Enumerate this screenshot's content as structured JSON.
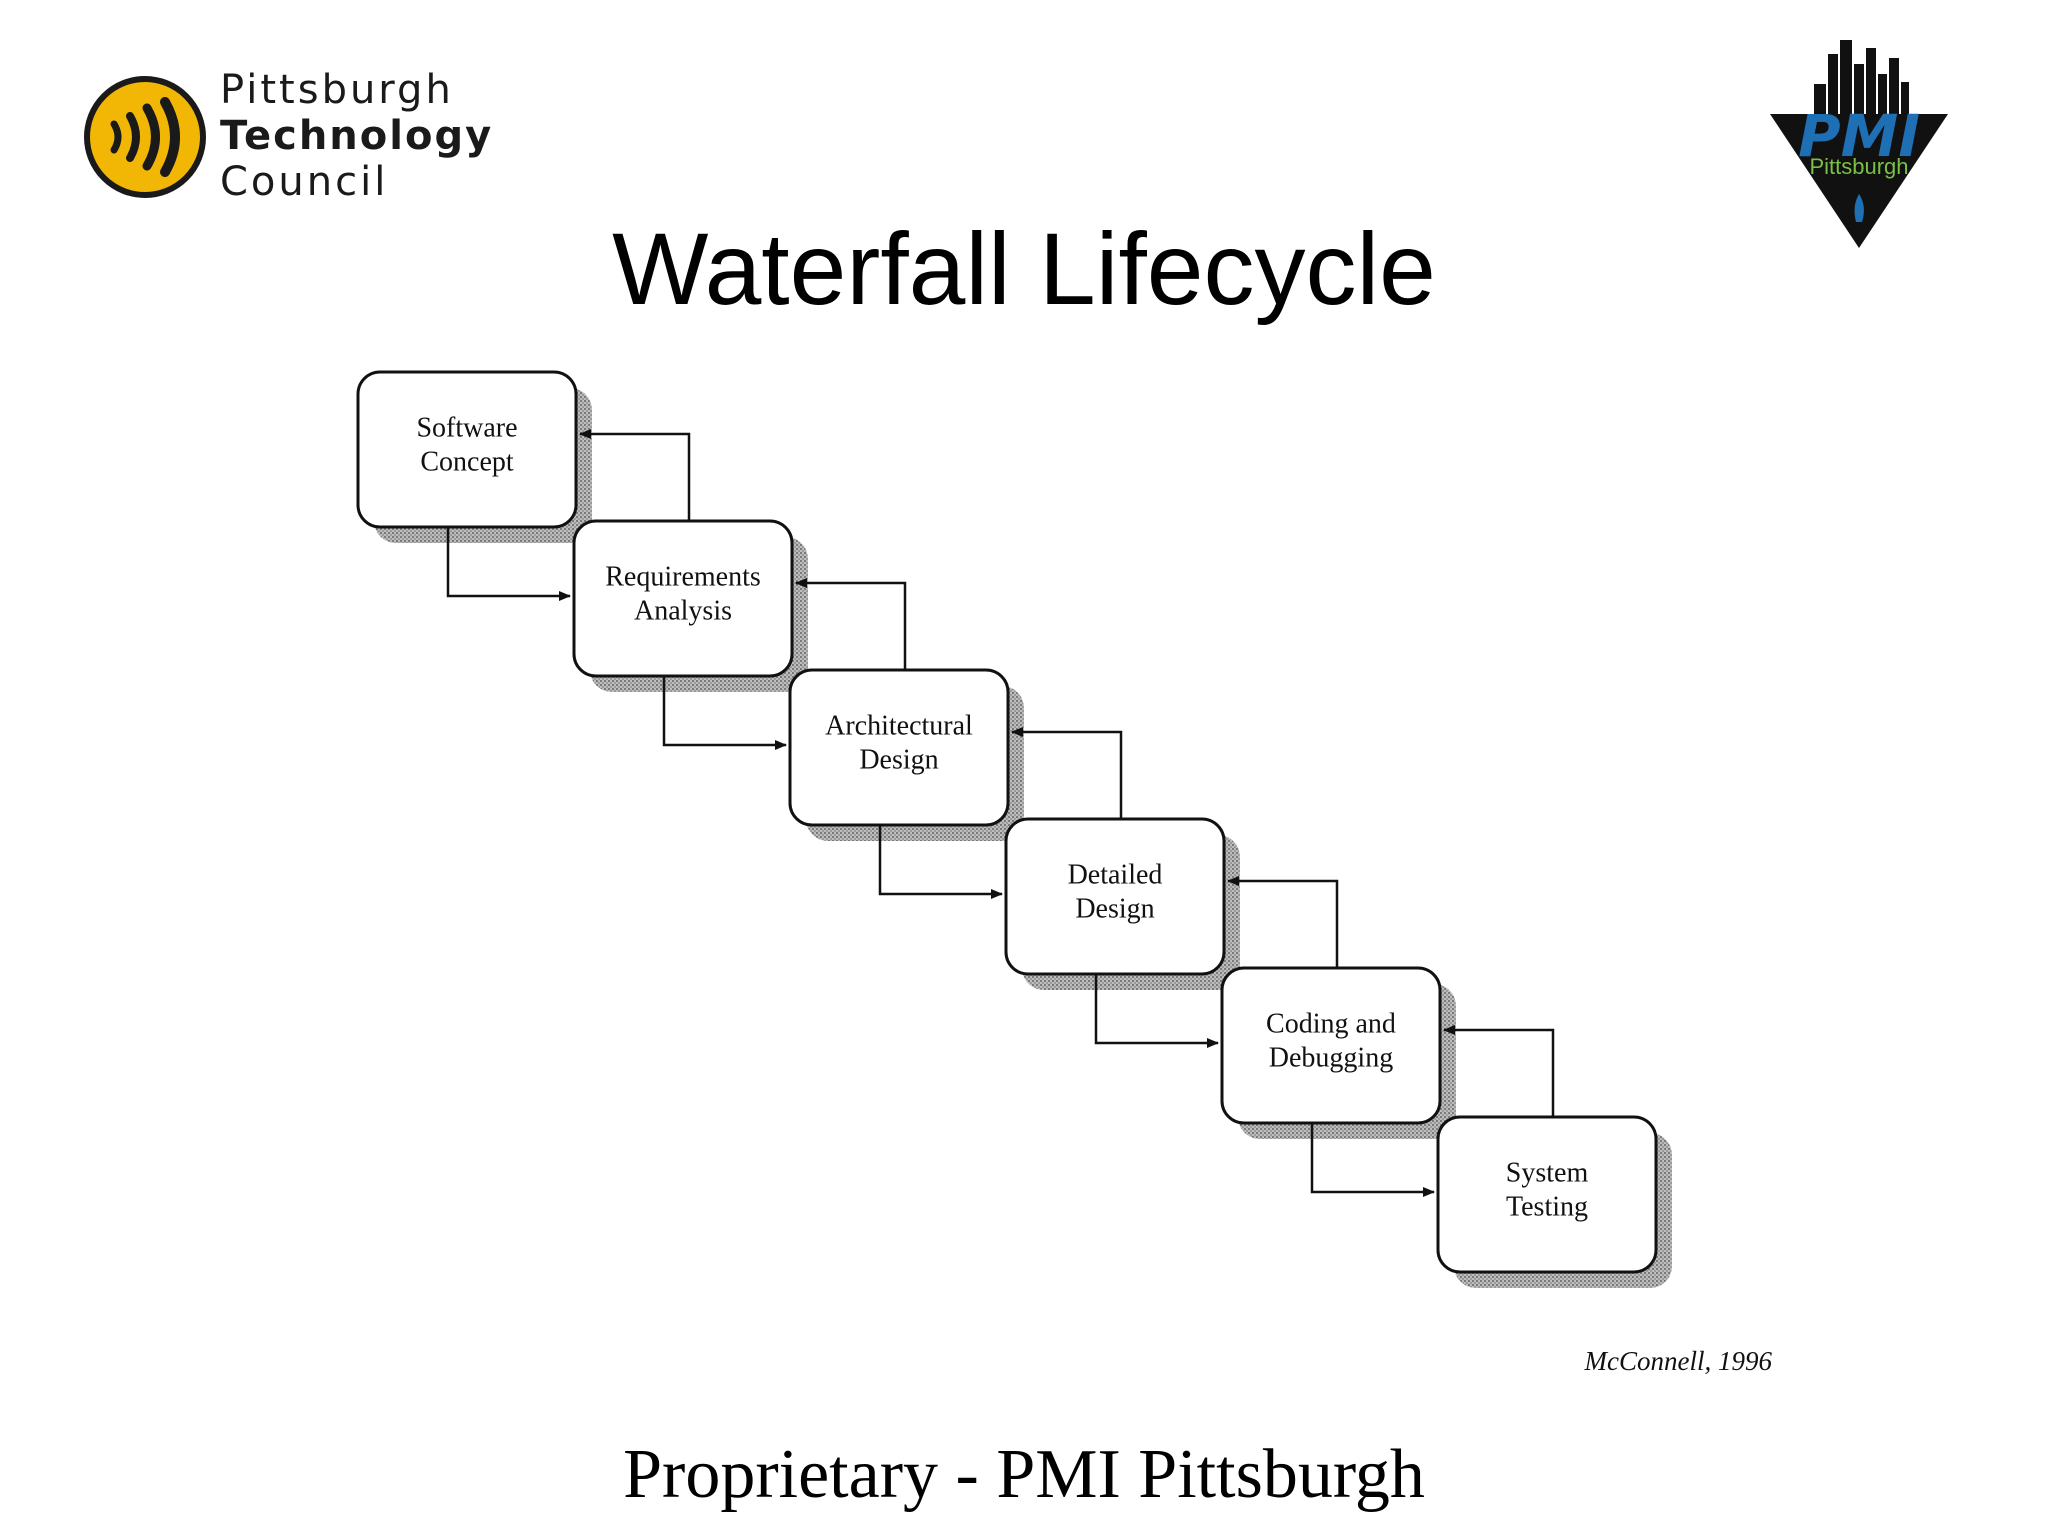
{
  "header": {
    "left_logo": {
      "line1": "Pittsburgh",
      "line2": "Technology",
      "line3": "Council"
    },
    "right_logo": {
      "text": "Pittsburgh",
      "monogram": "PMI"
    }
  },
  "title": "Waterfall Lifecycle",
  "diagram": {
    "stages": [
      {
        "id": "software-concept",
        "lines": [
          "Software",
          "Concept"
        ]
      },
      {
        "id": "requirements-analysis",
        "lines": [
          "Requirements",
          "Analysis"
        ]
      },
      {
        "id": "architectural-design",
        "lines": [
          "Architectural",
          "Design"
        ]
      },
      {
        "id": "detailed-design",
        "lines": [
          "Detailed",
          "Design"
        ]
      },
      {
        "id": "coding-and-debugging",
        "lines": [
          "Coding and",
          "Debugging"
        ]
      },
      {
        "id": "system-testing",
        "lines": [
          "System",
          "Testing"
        ]
      }
    ]
  },
  "citation": "McConnell, 1996",
  "footer": "Proprietary - PMI Pittsburgh",
  "colors": {
    "ptc_yellow": "#f2b705",
    "pmi_blue": "#1f6fb5",
    "pmi_green": "#7ac143",
    "ink": "#111111"
  }
}
